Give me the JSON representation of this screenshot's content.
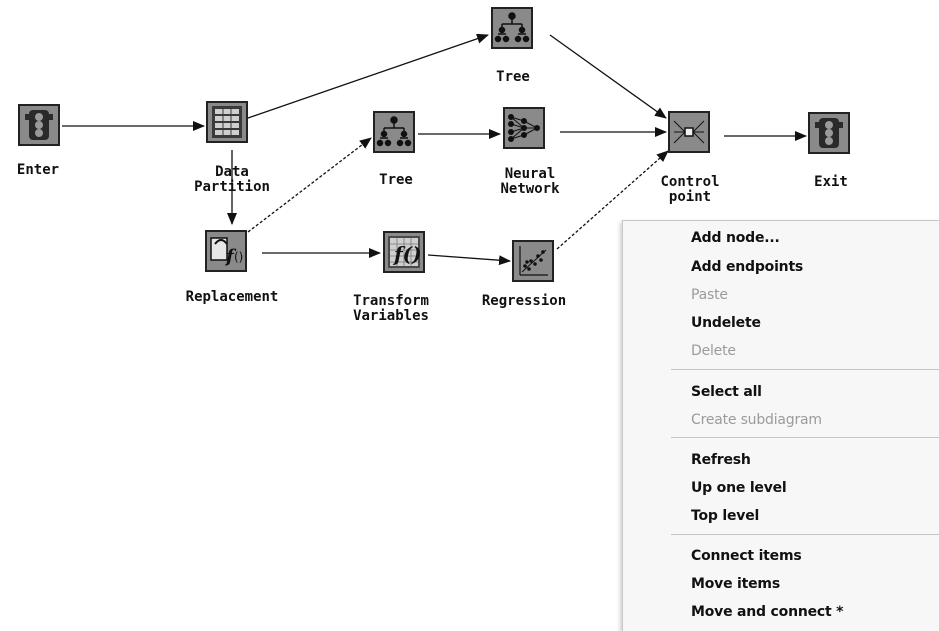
{
  "diagram": {
    "nodes": {
      "enter": {
        "label": [
          "Enter"
        ],
        "icon": "traffic-light-icon"
      },
      "data_partition": {
        "label": [
          "Data",
          "Partition"
        ],
        "icon": "data-partition-icon"
      },
      "tree_top": {
        "label": [
          "Tree"
        ],
        "icon": "tree-icon"
      },
      "tree_mid": {
        "label": [
          "Tree"
        ],
        "icon": "tree-icon"
      },
      "neural_network": {
        "label": [
          "Neural",
          "Network"
        ],
        "icon": "neural-network-icon"
      },
      "control_point": {
        "label": [
          "Control",
          "point"
        ],
        "icon": "control-point-icon"
      },
      "exit": {
        "label": [
          "Exit"
        ],
        "icon": "traffic-light-icon"
      },
      "replacement": {
        "label": [
          "Replacement"
        ],
        "icon": "replacement-icon"
      },
      "transform_variables": {
        "label": [
          "Transform",
          "Variables"
        ],
        "icon": "transform-variables-icon"
      },
      "regression": {
        "label": [
          "Regression"
        ],
        "icon": "regression-icon"
      }
    }
  },
  "context_menu": {
    "items": [
      {
        "label": "Add node...",
        "enabled": true
      },
      {
        "label": "Add endpoints",
        "enabled": true
      },
      {
        "label": "Paste",
        "enabled": false
      },
      {
        "label": "Undelete",
        "enabled": true
      },
      {
        "label": "Delete",
        "enabled": false
      },
      {
        "label": "Select all",
        "enabled": true
      },
      {
        "label": "Create subdiagram",
        "enabled": false
      },
      {
        "label": "Refresh",
        "enabled": true
      },
      {
        "label": "Up one level",
        "enabled": true
      },
      {
        "label": "Top level",
        "enabled": true
      },
      {
        "label": "Connect items",
        "enabled": true
      },
      {
        "label": "Move items",
        "enabled": true
      },
      {
        "label": "Move and connect *",
        "enabled": true
      }
    ]
  }
}
